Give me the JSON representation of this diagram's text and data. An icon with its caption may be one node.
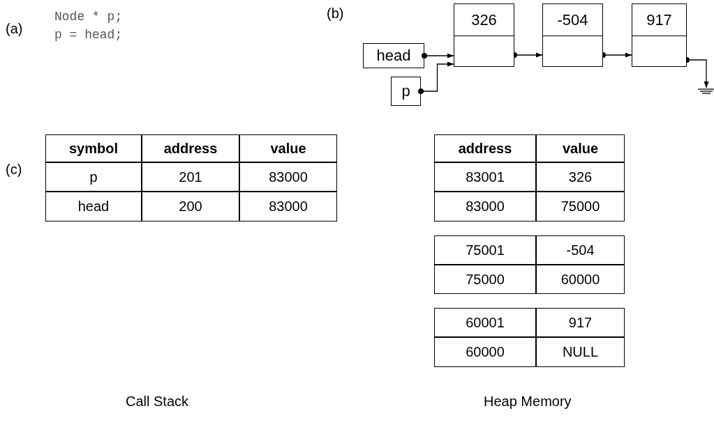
{
  "diagram": {
    "nodes": [
      {
        "text": [
          "head"
        ]
      },
      {
        "text": [
          "p"
        ]
      },
      {
        "text": [
          "326"
        ]
      },
      {
        "text": [
          "-504"
        ]
      },
      {
        "text": [
          "917"
        ]
      },
      {
        "text": [],
        "shape": "ground"
      }
    ],
    "edges": [
      {
        "from": 0,
        "to": 2,
        "arrow": "to"
      },
      {
        "from": 1,
        "to": 2,
        "arrow": "to"
      },
      {
        "from": 2,
        "to": 3,
        "arrow": "to"
      },
      {
        "from": 3,
        "to": 4,
        "arrow": "to"
      },
      {
        "from": 4,
        "to": 5,
        "arrow": "to"
      }
    ],
    "labels": [
      "(a)",
      "Node * p;",
      "p = head;",
      "(b)",
      "(c)",
      "symbol",
      "address",
      "value",
      "p",
      "201",
      "83000",
      "head",
      "200",
      "83000",
      "address",
      "value",
      "83001",
      "326",
      "83000",
      "75000",
      "75001",
      "-504",
      "75000",
      "60000",
      "60001",
      "917",
      "60000",
      "NULL",
      "Call Stack",
      "Heap Memory"
    ]
  }
}
